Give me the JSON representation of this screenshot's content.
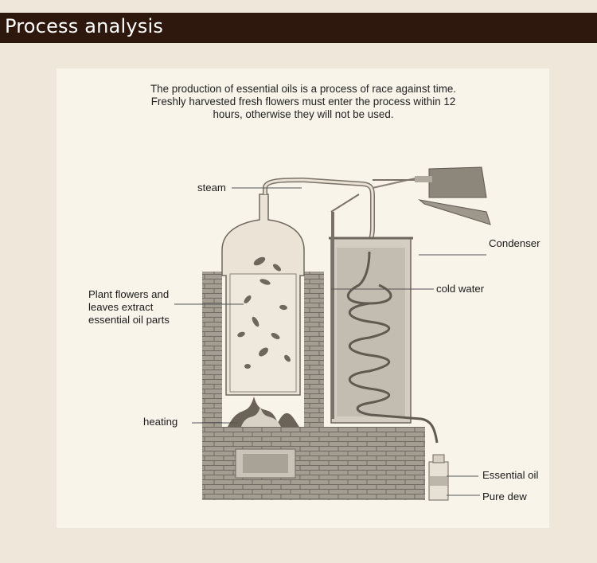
{
  "header": {
    "title": "Process analysis"
  },
  "intro": {
    "lines": [
      "The production of essential oils is a process of race against time.",
      "Freshly harvested fresh flowers must enter the process within 12",
      "hours, otherwise they will not be used."
    ]
  },
  "labels": {
    "steam": "steam",
    "plant": [
      "Plant flowers and",
      "leaves extract",
      "essential oil parts"
    ],
    "heating": "heating",
    "condenser": "Condenser",
    "cold_water": "cold water",
    "essential_oil": "Essential oil",
    "pure_dew": "Pure dew"
  },
  "colors": {
    "header_bg": "#2e170d",
    "page_bg": "#efe8da",
    "panel_bg": "#f8f4ea",
    "brick": "#9a948a",
    "line": "#555555"
  }
}
